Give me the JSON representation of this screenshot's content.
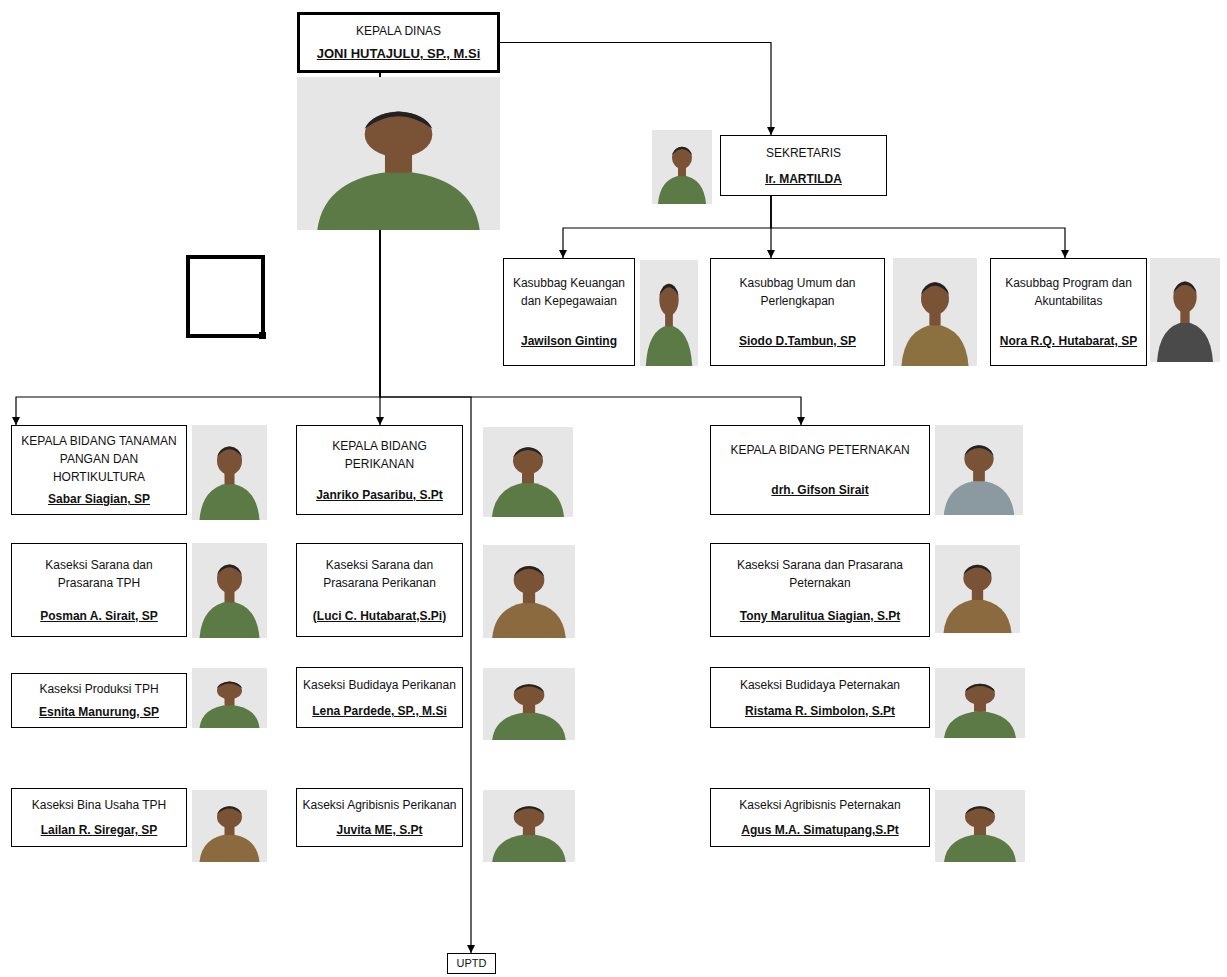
{
  "diagram": {
    "nodes": [
      {
        "text": [
          "KEPALA DINAS",
          "JONI HUTAJULU, SP., M.Si"
        ]
      },
      {
        "text": [
          "SEKRETARIS",
          "Ir. MARTILDA"
        ]
      },
      {
        "text": [
          "Kasubbag Keuangan dan Kepegawaian",
          "Jawilson Ginting"
        ]
      },
      {
        "text": [
          "Kasubbag Umum dan Perlengkapan",
          "Siodo D.Tambun, SP"
        ]
      },
      {
        "text": [
          "Kasubbag Program dan Akuntabilitas",
          "Nora R.Q. Hutabarat, SP"
        ]
      },
      {
        "text": [
          "KEPALA BIDANG TANAMAN PANGAN DAN HORTIKULTURA",
          "Sabar Siagian, SP"
        ]
      },
      {
        "text": [
          "KEPALA BIDANG PERIKANAN",
          "Janriko Pasaribu, S.Pt"
        ]
      },
      {
        "text": [
          "KEPALA BIDANG PETERNAKAN",
          "drh. Gifson Sirait"
        ]
      },
      {
        "text": [
          "Kaseksi Sarana dan Prasarana TPH",
          "Posman A. Sirait, SP"
        ]
      },
      {
        "text": [
          "Kaseksi Sarana dan Prasarana Perikanan",
          "(Luci C. Hutabarat,S.Pi)"
        ]
      },
      {
        "text": [
          "Kaseksi Sarana dan Prasarana Peternakan",
          "Tony Marulitua Siagian, S.Pt"
        ]
      },
      {
        "text": [
          "Kaseksi Produksi TPH",
          "Esnita Manurung, SP"
        ]
      },
      {
        "text": [
          "Kaseksi Budidaya Perikanan",
          "Lena Pardede, SP., M.Si"
        ]
      },
      {
        "text": [
          "Kaseksi Budidaya Peternakan",
          "Ristama R. Simbolon, S.Pt"
        ]
      },
      {
        "text": [
          "Kaseksi Bina Usaha TPH",
          "Lailan R. Siregar, SP"
        ]
      },
      {
        "text": [
          "Kaseksi Agribisnis Perikanan",
          "Juvita ME, S.Pt"
        ]
      },
      {
        "text": [
          "Kaseksi Agribisnis Peternakan",
          "Agus M.A. Simatupang,S.Pt"
        ]
      },
      {
        "text": [
          "UPTD"
        ]
      }
    ],
    "edges": [
      {
        "from": 0,
        "to": 1,
        "arrow": "to"
      },
      {
        "from": 1,
        "to": 2,
        "arrow": "to"
      },
      {
        "from": 1,
        "to": 3,
        "arrow": "to"
      },
      {
        "from": 1,
        "to": 4,
        "arrow": "to"
      },
      {
        "from": 0,
        "to": 5,
        "arrow": "to"
      },
      {
        "from": 0,
        "to": 6,
        "arrow": "to"
      },
      {
        "from": 0,
        "to": 7,
        "arrow": "to"
      },
      {
        "from": 0,
        "to": 17,
        "arrow": "to"
      }
    ]
  }
}
